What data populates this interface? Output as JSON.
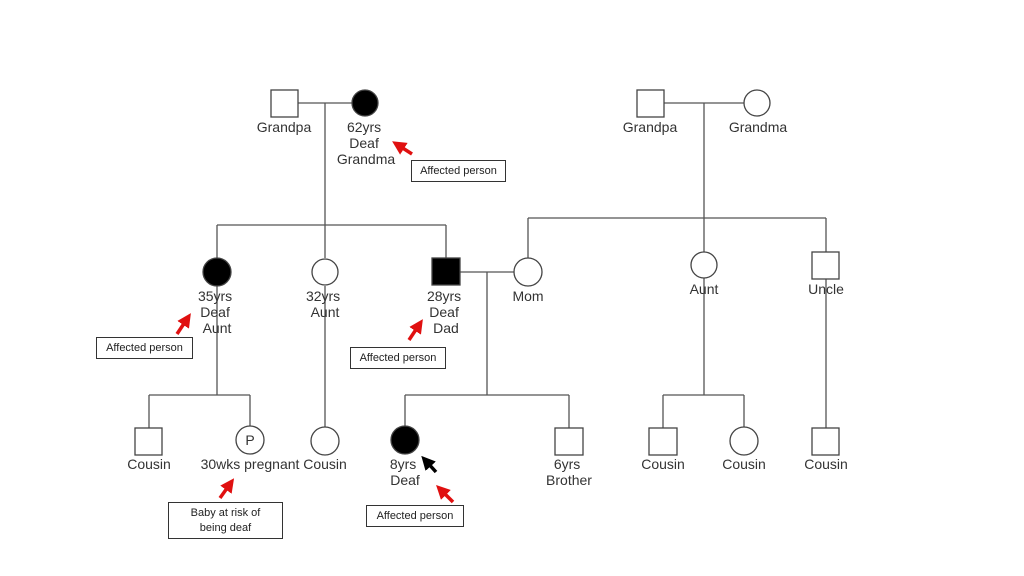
{
  "diagram": {
    "type": "pedigree",
    "colors": {
      "affected": "#000000",
      "unaffected": "#ffffff",
      "line": "#555555",
      "annotation_arrow": "#e01010",
      "proband_arrow": "#000000"
    },
    "individuals": {
      "pat_grandpa": {
        "sex": "male",
        "affected": false,
        "label": [
          "Grandpa"
        ]
      },
      "pat_grandma": {
        "sex": "female",
        "affected": true,
        "label": [
          "62yrs",
          "Deaf",
          "Grandma"
        ]
      },
      "mat_grandpa": {
        "sex": "male",
        "affected": false,
        "label": [
          "Grandpa"
        ]
      },
      "mat_grandma": {
        "sex": "female",
        "affected": false,
        "label": [
          "Grandma"
        ]
      },
      "pat_aunt1": {
        "sex": "female",
        "affected": true,
        "label": [
          "35yrs",
          "Deaf",
          "Aunt"
        ]
      },
      "pat_aunt2": {
        "sex": "female",
        "affected": false,
        "label": [
          "32yrs",
          "Aunt"
        ]
      },
      "dad": {
        "sex": "male",
        "affected": true,
        "label": [
          "28yrs",
          "Deaf",
          "Dad"
        ]
      },
      "mom": {
        "sex": "female",
        "affected": false,
        "label": [
          "Mom"
        ]
      },
      "mat_aunt": {
        "sex": "female",
        "affected": false,
        "label": [
          "Aunt"
        ]
      },
      "mat_uncle": {
        "sex": "male",
        "affected": false,
        "label": [
          "Uncle"
        ]
      },
      "cousin1": {
        "sex": "male",
        "affected": false,
        "label": [
          "Cousin"
        ]
      },
      "pregnant_cousin": {
        "sex": "female",
        "affected": false,
        "pregnancy_marker": "P",
        "label": [
          "30wks pregnant"
        ]
      },
      "cousin2": {
        "sex": "female",
        "affected": false,
        "label": [
          "Cousin"
        ]
      },
      "proband": {
        "sex": "female",
        "affected": true,
        "proband": true,
        "label": [
          "8yrs",
          "Deaf"
        ]
      },
      "brother": {
        "sex": "male",
        "affected": false,
        "label": [
          "6yrs",
          "Brother"
        ]
      },
      "cousin3": {
        "sex": "male",
        "affected": false,
        "label": [
          "Cousin"
        ]
      },
      "cousin4": {
        "sex": "female",
        "affected": false,
        "label": [
          "Cousin"
        ]
      },
      "cousin5": {
        "sex": "male",
        "affected": false,
        "label": [
          "Cousin"
        ]
      }
    },
    "annotations": {
      "grandma_note": "Affected person",
      "aunt_note": "Affected person",
      "dad_note": "Affected person",
      "proband_note": "Affected person",
      "baby_note": "Baby at risk of being deaf"
    }
  }
}
